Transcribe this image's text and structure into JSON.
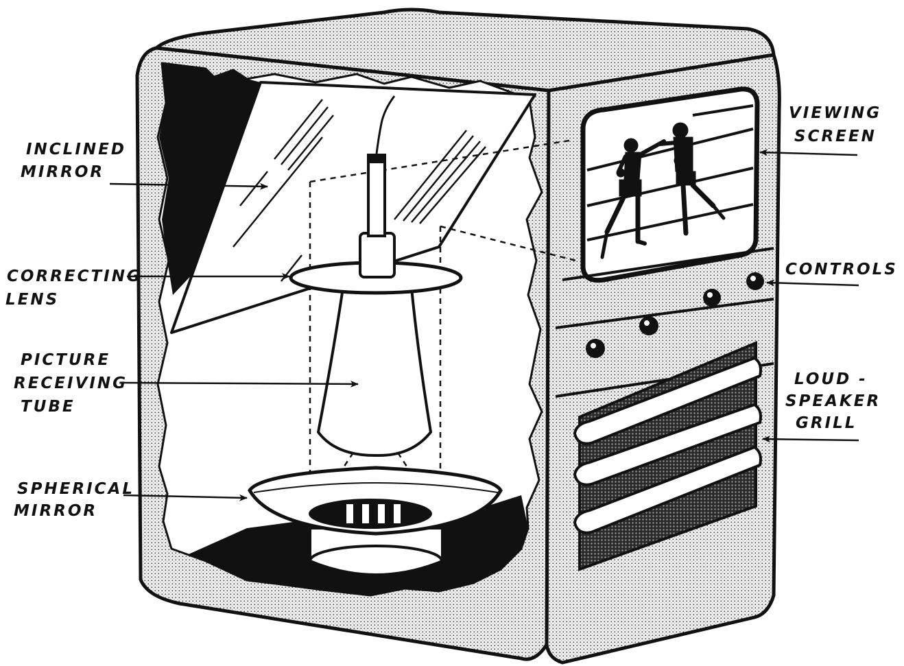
{
  "diagram": {
    "labels": {
      "inclined_mirror": [
        "INCLINED",
        "MIRROR"
      ],
      "correcting_lens": [
        "CORRECTING",
        "LENS"
      ],
      "picture_tube": [
        "PICTURE",
        "RECEIVING",
        "TUBE"
      ],
      "spherical_mirror": [
        "SPHERICAL",
        "MIRROR"
      ],
      "viewing_screen": [
        "VIEWING",
        "SCREEN"
      ],
      "controls": [
        "CONTROLS"
      ],
      "loudspeaker_grill": [
        "LOUD -",
        "SPEAKER",
        "GRILL"
      ]
    }
  }
}
